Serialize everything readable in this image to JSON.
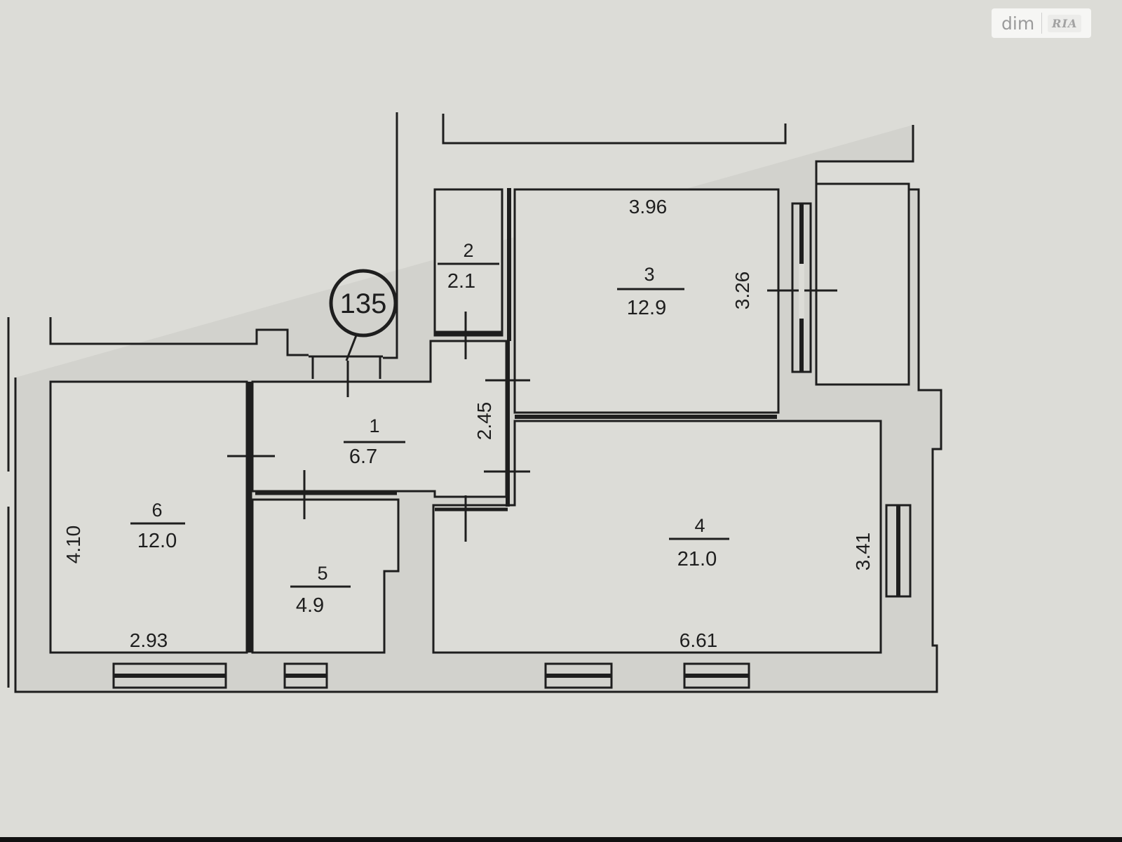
{
  "logo": {
    "brand": "dim",
    "badge": "RIA"
  },
  "apartment_marker": "135",
  "rooms": [
    {
      "id": "room-1",
      "number": "1",
      "area": "6.7"
    },
    {
      "id": "room-2",
      "number": "2",
      "area": "2.1"
    },
    {
      "id": "room-3",
      "number": "3",
      "area": "12.9"
    },
    {
      "id": "room-4",
      "number": "4",
      "area": "21.0"
    },
    {
      "id": "room-5",
      "number": "5",
      "area": "4.9"
    },
    {
      "id": "room-6",
      "number": "6",
      "area": "12.0"
    }
  ],
  "dimensions": {
    "room3_width": "3.96",
    "room3_depth": "3.26",
    "hall_length": "2.45",
    "room4_width": "6.61",
    "room4_depth": "3.41",
    "room6_width": "2.93",
    "room6_depth": "4.10"
  },
  "colors": {
    "paper": "#dcdcd7",
    "wall": "#d2d2cd",
    "line": "#1e1e1e"
  }
}
